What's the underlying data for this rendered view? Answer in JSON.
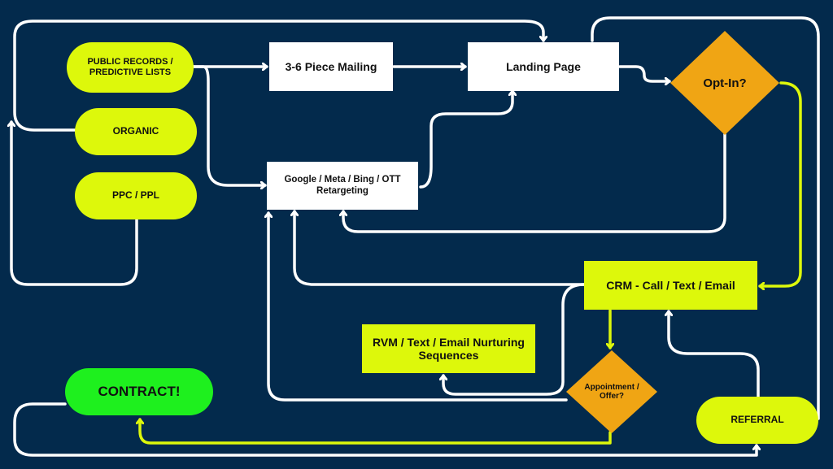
{
  "colors": {
    "background": "#032a4c",
    "pill": "#ddf80b",
    "box_white": "#ffffff",
    "box_yellow": "#ddf80b",
    "diamond": "#f0a514",
    "contract": "#1ef01e",
    "line_white": "#ffffff",
    "line_yellow": "#ddf80b"
  },
  "nodes": {
    "public_records": "PUBLIC RECORDS / PREDICTIVE LISTS",
    "organic": "ORGANIC",
    "ppc": "PPC / PPL",
    "mailing": "3-6 Piece Mailing",
    "landing": "Landing Page",
    "optin": "Opt-In?",
    "retargeting": "Google / Meta / Bing / OTT Retargeting",
    "crm": "CRM - Call / Text / Email",
    "rvm": "RVM / Text / Email Nurturing Sequences",
    "appointment": "Appointment / Offer?",
    "contract": "CONTRACT!",
    "referral": "REFERRAL"
  }
}
